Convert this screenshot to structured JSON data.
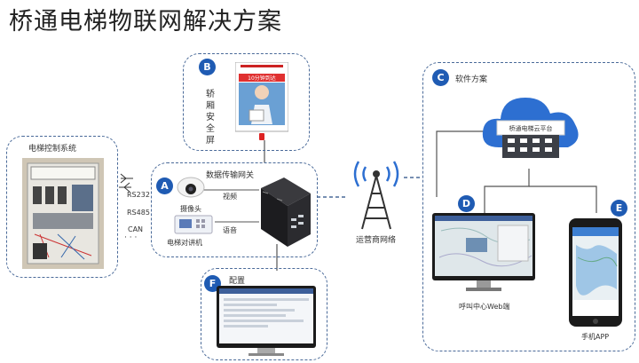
{
  "title": "桥通电梯物联网解决方案",
  "sections": {
    "a": {
      "badge": "A",
      "title": "数据传输网关",
      "camera_label": "摄像头",
      "intercom_label": "电梯对讲机",
      "video_label": "视频",
      "voice_label": "语音"
    },
    "b": {
      "badge": "B",
      "vertical_label": "轿厢安全屏",
      "poster_headline": "10分钟到达"
    },
    "c": {
      "badge": "C",
      "title": "软件方案",
      "cloud_label": "桥通电梯云平台"
    },
    "d": {
      "badge": "D",
      "label": "呼叫中心Web端"
    },
    "e": {
      "badge": "E",
      "label": "手机APP"
    },
    "f": {
      "badge": "F",
      "title": "配置"
    }
  },
  "left": {
    "title": "电梯控制系统",
    "protocols": [
      "RS232",
      "RS485",
      "CAN"
    ],
    "ellipsis": "· · ·"
  },
  "network_label": "运营商网络",
  "colors": {
    "accent": "#1f5bb3",
    "dashed": "#4a6a99",
    "cloud": "#2d6fd1"
  }
}
